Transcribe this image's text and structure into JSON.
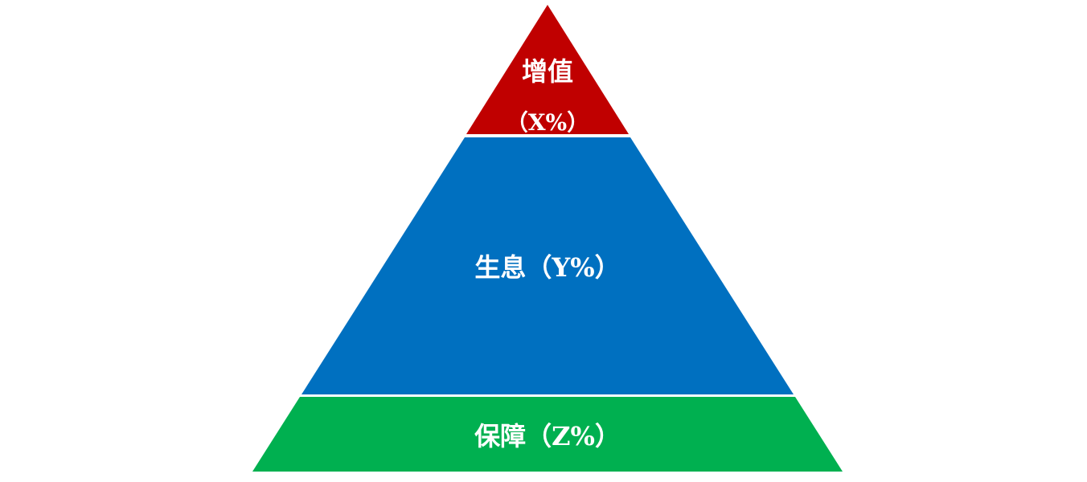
{
  "pyramid": {
    "top": {
      "line1": "增值",
      "line2": "（X%）",
      "color": "#C00000"
    },
    "middle": {
      "label": "生息（Y%）",
      "color": "#0070C0"
    },
    "bottom": {
      "label": "保障（Z%）",
      "color": "#00B050"
    },
    "separator_color": "#FFFFFF"
  }
}
